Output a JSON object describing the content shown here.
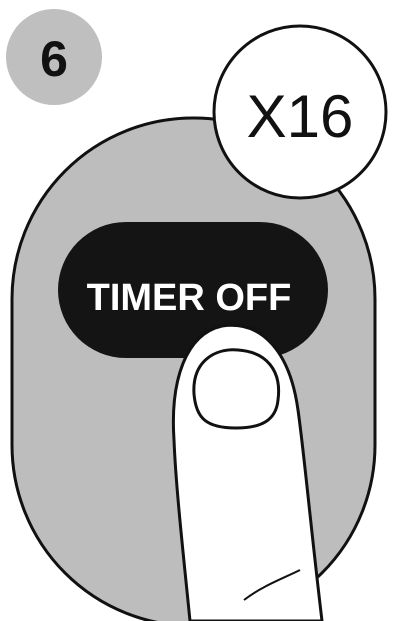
{
  "step": {
    "number": "6"
  },
  "press_count": {
    "label": "X16"
  },
  "remote": {
    "button_label": "TIMER OFF"
  },
  "colors": {
    "step_badge_fill": "#bfbfbf",
    "remote_body_fill": "#bdbdbd",
    "button_fill": "#141414",
    "button_text": "#ffffff",
    "finger_fill": "#ffffff",
    "outline": "#111111"
  },
  "icons": {
    "finger": "pointing-finger-press-icon"
  }
}
